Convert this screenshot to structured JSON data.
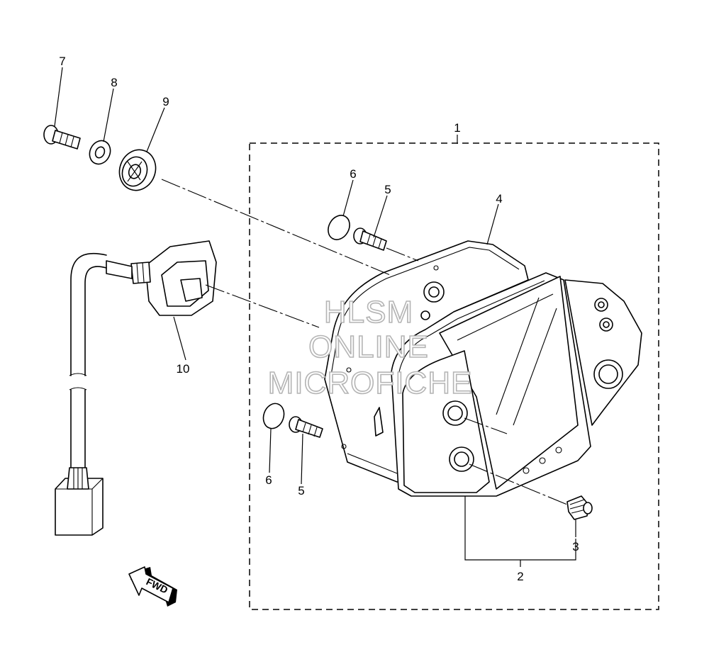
{
  "callouts": {
    "c1": "1",
    "c2": "2",
    "c3": "3",
    "c4": "4",
    "c5a": "5",
    "c5b": "5",
    "c6a": "6",
    "c6b": "6",
    "c7": "7",
    "c8": "8",
    "c9": "9",
    "c10": "10"
  },
  "direction_arrow": {
    "label": "FWD",
    "icon": "fwd-arrow-icon"
  },
  "watermark": {
    "line1": "HLSM",
    "line2": "ONLINE",
    "line3": "MICROFICHE",
    "color": "#b4b4b4"
  },
  "colors": {
    "line": "#000000",
    "background": "#ffffff"
  }
}
